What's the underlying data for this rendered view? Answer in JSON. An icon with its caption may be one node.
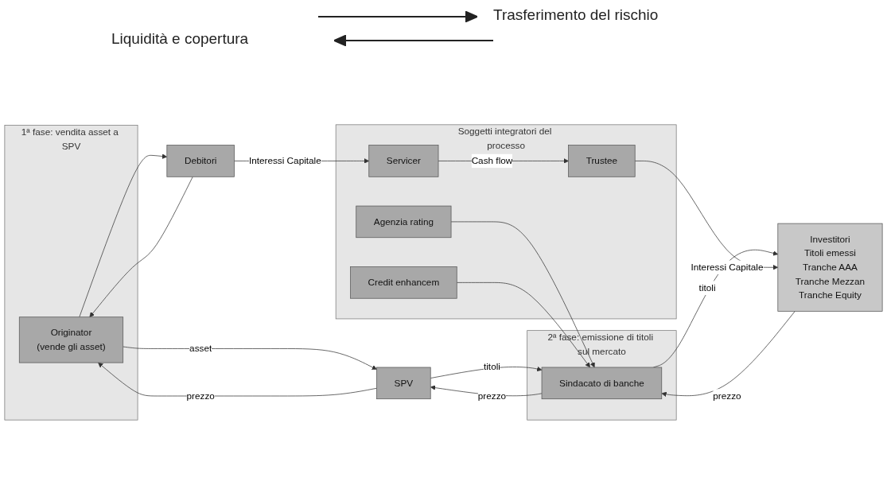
{
  "diagram": {
    "nodes": [
      {
        "text": [
          "1ª fase: vendita asset a SPV"
        ]
      },
      {
        "text": [
          "Originator",
          "(vende gli asset)"
        ],
        "in": 0
      },
      {
        "text": [
          "SPV"
        ]
      },
      {
        "text": [
          "2ª fase: emissione di titoli sul mercato"
        ]
      },
      {
        "text": [
          "Sindacato di banche"
        ],
        "in": 3
      },
      {
        "text": [
          "Investitori",
          "Titoli emessi",
          "Tranche AAA",
          "Tranche Mezzan",
          "Tranche Equity"
        ]
      },
      {
        "text": [
          "Debitori"
        ]
      },
      {
        "text": [
          "Soggetti integratori del processo"
        ]
      },
      {
        "text": [
          "Agenzia rating"
        ],
        "in": 7
      },
      {
        "text": [
          "Credit enhancem"
        ],
        "in": 7
      },
      {
        "text": [
          "Trustee"
        ],
        "in": 7
      },
      {
        "text": [
          "Servicer"
        ],
        "in": 7
      }
    ],
    "edges": [
      {
        "from": 1,
        "to": 2,
        "arrow": "to",
        "label": "asset"
      },
      {
        "from": 2,
        "to": 1,
        "arrow": "to",
        "label": "prezzo"
      },
      {
        "from": 2,
        "to": 4,
        "arrow": "to",
        "label": "titoli"
      },
      {
        "from": 4,
        "to": 2,
        "arrow": "to",
        "label": "prezzo"
      },
      {
        "from": 4,
        "to": 5,
        "arrow": "to",
        "label": "titoli"
      },
      {
        "from": 5,
        "to": 4,
        "arrow": "to",
        "label": "prezzo"
      },
      {
        "from": 1,
        "to": 6,
        "arrow": "to"
      },
      {
        "from": 6,
        "to": 1,
        "arrow": "to"
      },
      {
        "from": 6,
        "to": 11,
        "arrow": "to",
        "label": "Interessi Capitale"
      },
      {
        "from": 11,
        "to": 10,
        "arrow": "to",
        "label": "Cash flow"
      },
      {
        "from": 10,
        "to": 5,
        "arrow": "to",
        "label": "Interessi Capitale"
      },
      {
        "from": 8,
        "to": 4,
        "arrow": "to"
      },
      {
        "from": 9,
        "to": 4,
        "arrow": "to"
      }
    ],
    "labels": [
      "Trasferimento del rischio",
      "Liquidità e copertura"
    ]
  }
}
